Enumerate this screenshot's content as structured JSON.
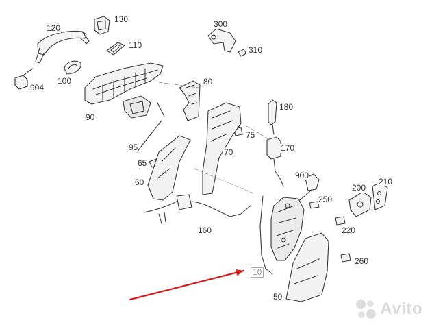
{
  "parts": [
    {
      "id": "120",
      "label": "120"
    },
    {
      "id": "130",
      "label": "130"
    },
    {
      "id": "110",
      "label": "110"
    },
    {
      "id": "100",
      "label": "100"
    },
    {
      "id": "904",
      "label": "904"
    },
    {
      "id": "90",
      "label": "90"
    },
    {
      "id": "80",
      "label": "80"
    },
    {
      "id": "300",
      "label": "300"
    },
    {
      "id": "310",
      "label": "310"
    },
    {
      "id": "180",
      "label": "180"
    },
    {
      "id": "75",
      "label": "75"
    },
    {
      "id": "95",
      "label": "95"
    },
    {
      "id": "70",
      "label": "70"
    },
    {
      "id": "170",
      "label": "170"
    },
    {
      "id": "65",
      "label": "65"
    },
    {
      "id": "60",
      "label": "60"
    },
    {
      "id": "900",
      "label": "900"
    },
    {
      "id": "200",
      "label": "200"
    },
    {
      "id": "210",
      "label": "210"
    },
    {
      "id": "250",
      "label": "250"
    },
    {
      "id": "220",
      "label": "220"
    },
    {
      "id": "160",
      "label": "160"
    },
    {
      "id": "260",
      "label": "260"
    },
    {
      "id": "10",
      "label": "10"
    },
    {
      "id": "50",
      "label": "50"
    }
  ],
  "highlighted_part": "10",
  "arrow_color": "#d42020",
  "watermark": {
    "text": "Avito"
  }
}
